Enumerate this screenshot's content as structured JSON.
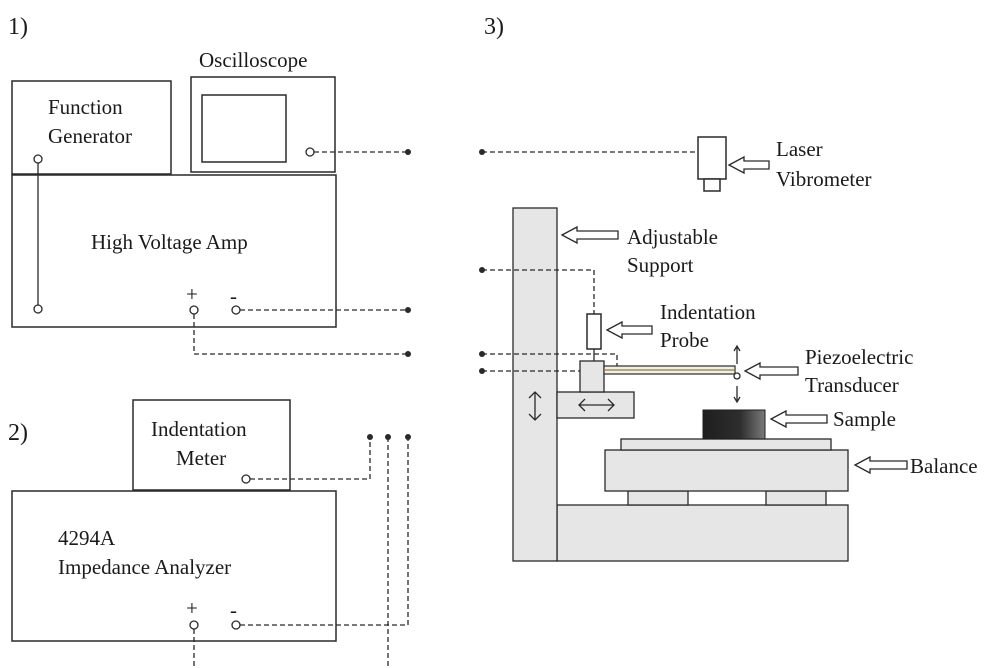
{
  "panel_labels": {
    "panel1": "1)",
    "panel2": "2)",
    "panel3": "3)"
  },
  "panel1": {
    "oscilloscope": "Oscilloscope",
    "function_generator_line1": "Function",
    "function_generator_line2": "Generator",
    "high_voltage_amp": "High Voltage Amp",
    "plus": "+",
    "minus": "-"
  },
  "panel2": {
    "indentation_meter_line1": "Indentation",
    "indentation_meter_line2": "Meter",
    "analyzer_line1": "4294A",
    "analyzer_line2": "Impedance Analyzer",
    "plus": "+",
    "minus": "-"
  },
  "panel3": {
    "laser_line1": "Laser",
    "laser_line2": "Vibrometer",
    "support_line1": "Adjustable",
    "support_line2": "Support",
    "probe_line1": "Indentation",
    "probe_line2": "Probe",
    "transducer_line1": "Piezoelectric",
    "transducer_line2": "Transducer",
    "sample": "Sample",
    "balance": "Balance"
  },
  "colors": {
    "line": "#2a2a2a",
    "component_fill": "#e6e6e6",
    "sample_dark": "#1e1e1e",
    "sample_light": "#6b6b6b"
  }
}
